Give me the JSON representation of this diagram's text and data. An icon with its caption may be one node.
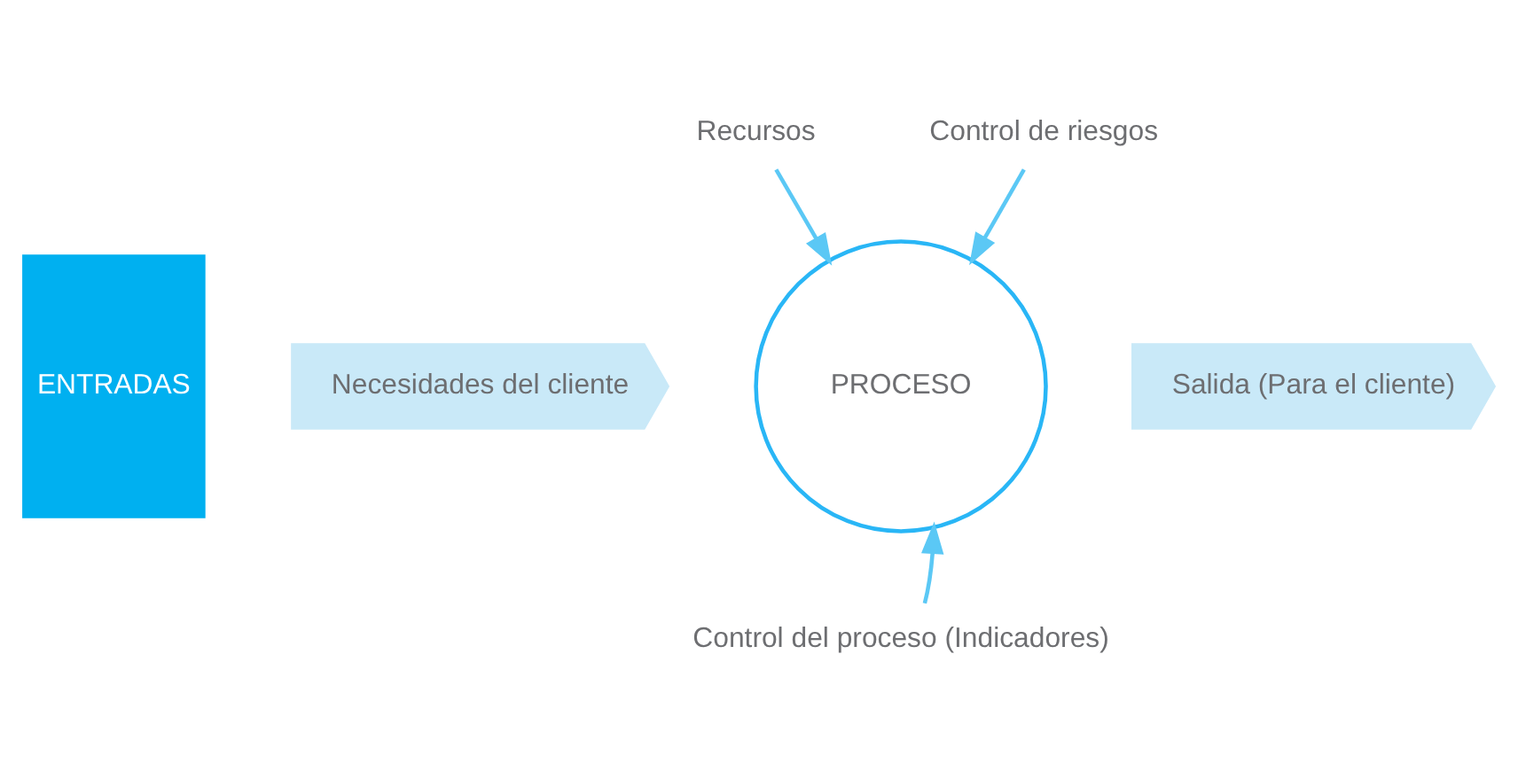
{
  "diagram": {
    "nodes": [
      {
        "text": [
          "ENTRADAS"
        ]
      },
      {
        "text": [
          "Necesidades del cliente"
        ]
      },
      {
        "text": [
          "PROCESO"
        ]
      },
      {
        "text": [
          "Salida (Para el cliente)"
        ]
      },
      {
        "text": [
          "Recursos"
        ]
      },
      {
        "text": [
          "Control de riesgos"
        ]
      },
      {
        "text": [
          "Control del proceso (Indicadores)"
        ]
      }
    ],
    "edges": [
      {
        "from": 4,
        "to": 2,
        "arrow": "to"
      },
      {
        "from": 5,
        "to": 2,
        "arrow": "to"
      },
      {
        "from": 6,
        "to": 2,
        "arrow": "to"
      }
    ]
  }
}
